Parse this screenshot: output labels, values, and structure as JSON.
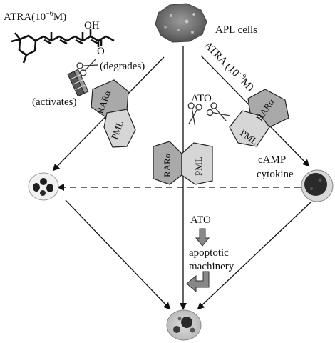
{
  "labels": {
    "atra_high": "ATRA(10",
    "atra_high_exp": "−6",
    "atra_high_unit": "M)",
    "oh": "OH",
    "o": "O",
    "apl_cells": "APL cells",
    "atra_low": "ATRA (10",
    "atra_low_exp": "−9",
    "atra_low_unit": "M)",
    "degrades": "(degrades)",
    "activates": "(activates)",
    "ato_top": "ATO",
    "ato_mid": "ATO",
    "camp": "cAMP",
    "cytokine": "cytokine",
    "apoptotic": "apoptotic",
    "machinery": "machinery",
    "rar_left": "RARα",
    "pml_left": "PML",
    "rar_center": "RARα",
    "pml_center": "PML",
    "rar_right": "RARα",
    "pml_right": "PML"
  },
  "icons": {
    "scissors": "scissors-icon",
    "tape": "activator-tape-icon"
  }
}
